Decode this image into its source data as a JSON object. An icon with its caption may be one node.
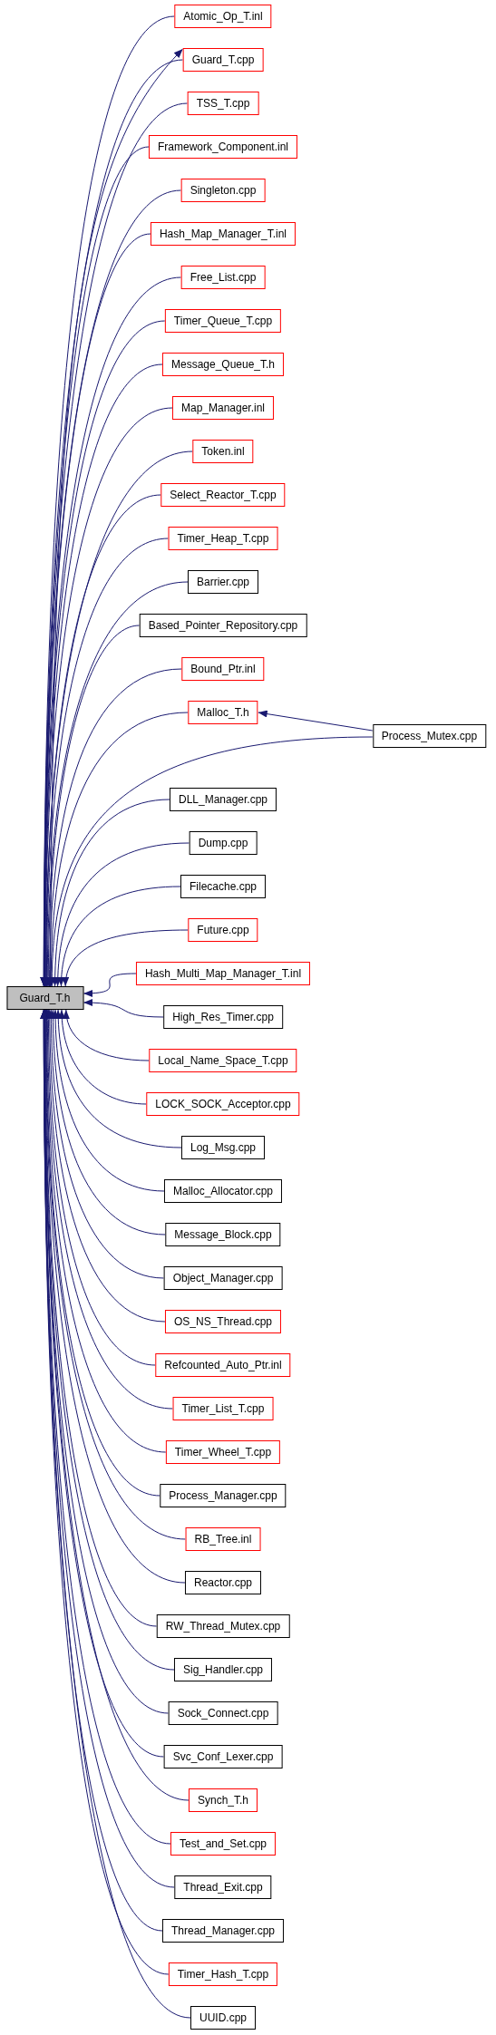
{
  "diagram": {
    "nodes": [
      {
        "text": [
          "Guard_T.h"
        ]
      },
      {
        "text": [
          "Atomic_Op_T.inl"
        ]
      },
      {
        "text": [
          "Guard_T.cpp"
        ]
      },
      {
        "text": [
          "TSS_T.cpp"
        ]
      },
      {
        "text": [
          "Framework_Component.inl"
        ]
      },
      {
        "text": [
          "Singleton.cpp"
        ]
      },
      {
        "text": [
          "Hash_Map_Manager_T.inl"
        ]
      },
      {
        "text": [
          "Free_List.cpp"
        ]
      },
      {
        "text": [
          "Timer_Queue_T.cpp"
        ]
      },
      {
        "text": [
          "Message_Queue_T.h"
        ]
      },
      {
        "text": [
          "Map_Manager.inl"
        ]
      },
      {
        "text": [
          "Token.inl"
        ]
      },
      {
        "text": [
          "Select_Reactor_T.cpp"
        ]
      },
      {
        "text": [
          "Timer_Heap_T.cpp"
        ]
      },
      {
        "text": [
          "Barrier.cpp"
        ]
      },
      {
        "text": [
          "Based_Pointer_Repository.cpp"
        ]
      },
      {
        "text": [
          "Bound_Ptr.inl"
        ]
      },
      {
        "text": [
          "Malloc_T.h"
        ]
      },
      {
        "text": [
          "Process_Mutex.cpp"
        ]
      },
      {
        "text": [
          "DLL_Manager.cpp"
        ]
      },
      {
        "text": [
          "Dump.cpp"
        ]
      },
      {
        "text": [
          "Filecache.cpp"
        ]
      },
      {
        "text": [
          "Future.cpp"
        ]
      },
      {
        "text": [
          "Hash_Multi_Map_Manager_T.inl"
        ]
      },
      {
        "text": [
          "High_Res_Timer.cpp"
        ]
      },
      {
        "text": [
          "Local_Name_Space_T.cpp"
        ]
      },
      {
        "text": [
          "LOCK_SOCK_Acceptor.cpp"
        ]
      },
      {
        "text": [
          "Log_Msg.cpp"
        ]
      },
      {
        "text": [
          "Malloc_Allocator.cpp"
        ]
      },
      {
        "text": [
          "Message_Block.cpp"
        ]
      },
      {
        "text": [
          "Object_Manager.cpp"
        ]
      },
      {
        "text": [
          "OS_NS_Thread.cpp"
        ]
      },
      {
        "text": [
          "Refcounted_Auto_Ptr.inl"
        ]
      },
      {
        "text": [
          "Timer_List_T.cpp"
        ]
      },
      {
        "text": [
          "Timer_Wheel_T.cpp"
        ]
      },
      {
        "text": [
          "Process_Manager.cpp"
        ]
      },
      {
        "text": [
          "RB_Tree.inl"
        ]
      },
      {
        "text": [
          "Reactor.cpp"
        ]
      },
      {
        "text": [
          "RW_Thread_Mutex.cpp"
        ]
      },
      {
        "text": [
          "Sig_Handler.cpp"
        ]
      },
      {
        "text": [
          "Sock_Connect.cpp"
        ]
      },
      {
        "text": [
          "Svc_Conf_Lexer.cpp"
        ]
      },
      {
        "text": [
          "Synch_T.h"
        ]
      },
      {
        "text": [
          "Test_and_Set.cpp"
        ]
      },
      {
        "text": [
          "Thread_Exit.cpp"
        ]
      },
      {
        "text": [
          "Thread_Manager.cpp"
        ]
      },
      {
        "text": [
          "Timer_Hash_T.cpp"
        ]
      },
      {
        "text": [
          "UUID.cpp"
        ]
      }
    ],
    "edges": [
      {
        "from": 1,
        "to": 0,
        "arrow": "to"
      },
      {
        "from": 2,
        "to": 0,
        "arrow": "to"
      },
      {
        "from": 0,
        "to": 2,
        "arrow": "to"
      },
      {
        "from": 3,
        "to": 0,
        "arrow": "to"
      },
      {
        "from": 4,
        "to": 0,
        "arrow": "to"
      },
      {
        "from": 5,
        "to": 0,
        "arrow": "to"
      },
      {
        "from": 6,
        "to": 0,
        "arrow": "to"
      },
      {
        "from": 7,
        "to": 0,
        "arrow": "to"
      },
      {
        "from": 8,
        "to": 0,
        "arrow": "to"
      },
      {
        "from": 9,
        "to": 0,
        "arrow": "to"
      },
      {
        "from": 10,
        "to": 0,
        "arrow": "to"
      },
      {
        "from": 11,
        "to": 0,
        "arrow": "to"
      },
      {
        "from": 12,
        "to": 0,
        "arrow": "to"
      },
      {
        "from": 13,
        "to": 0,
        "arrow": "to"
      },
      {
        "from": 14,
        "to": 0,
        "arrow": "to"
      },
      {
        "from": 15,
        "to": 0,
        "arrow": "to"
      },
      {
        "from": 16,
        "to": 0,
        "arrow": "to"
      },
      {
        "from": 17,
        "to": 0,
        "arrow": "to"
      },
      {
        "from": 18,
        "to": 17,
        "arrow": "to"
      },
      {
        "from": 18,
        "to": 0,
        "arrow": "to"
      },
      {
        "from": 19,
        "to": 0,
        "arrow": "to"
      },
      {
        "from": 20,
        "to": 0,
        "arrow": "to"
      },
      {
        "from": 21,
        "to": 0,
        "arrow": "to"
      },
      {
        "from": 22,
        "to": 0,
        "arrow": "to"
      },
      {
        "from": 23,
        "to": 0,
        "arrow": "to"
      },
      {
        "from": 24,
        "to": 0,
        "arrow": "to"
      },
      {
        "from": 25,
        "to": 0,
        "arrow": "to"
      },
      {
        "from": 26,
        "to": 0,
        "arrow": "to"
      },
      {
        "from": 27,
        "to": 0,
        "arrow": "to"
      },
      {
        "from": 28,
        "to": 0,
        "arrow": "to"
      },
      {
        "from": 29,
        "to": 0,
        "arrow": "to"
      },
      {
        "from": 30,
        "to": 0,
        "arrow": "to"
      },
      {
        "from": 31,
        "to": 0,
        "arrow": "to"
      },
      {
        "from": 32,
        "to": 0,
        "arrow": "to"
      },
      {
        "from": 33,
        "to": 0,
        "arrow": "to"
      },
      {
        "from": 34,
        "to": 0,
        "arrow": "to"
      },
      {
        "from": 35,
        "to": 0,
        "arrow": "to"
      },
      {
        "from": 36,
        "to": 0,
        "arrow": "to"
      },
      {
        "from": 37,
        "to": 0,
        "arrow": "to"
      },
      {
        "from": 38,
        "to": 0,
        "arrow": "to"
      },
      {
        "from": 39,
        "to": 0,
        "arrow": "to"
      },
      {
        "from": 40,
        "to": 0,
        "arrow": "to"
      },
      {
        "from": 41,
        "to": 0,
        "arrow": "to"
      },
      {
        "from": 42,
        "to": 0,
        "arrow": "to"
      },
      {
        "from": 43,
        "to": 0,
        "arrow": "to"
      },
      {
        "from": 44,
        "to": 0,
        "arrow": "to"
      },
      {
        "from": 45,
        "to": 0,
        "arrow": "to"
      },
      {
        "from": 46,
        "to": 0,
        "arrow": "to"
      },
      {
        "from": 47,
        "to": 0,
        "arrow": "to"
      }
    ]
  }
}
